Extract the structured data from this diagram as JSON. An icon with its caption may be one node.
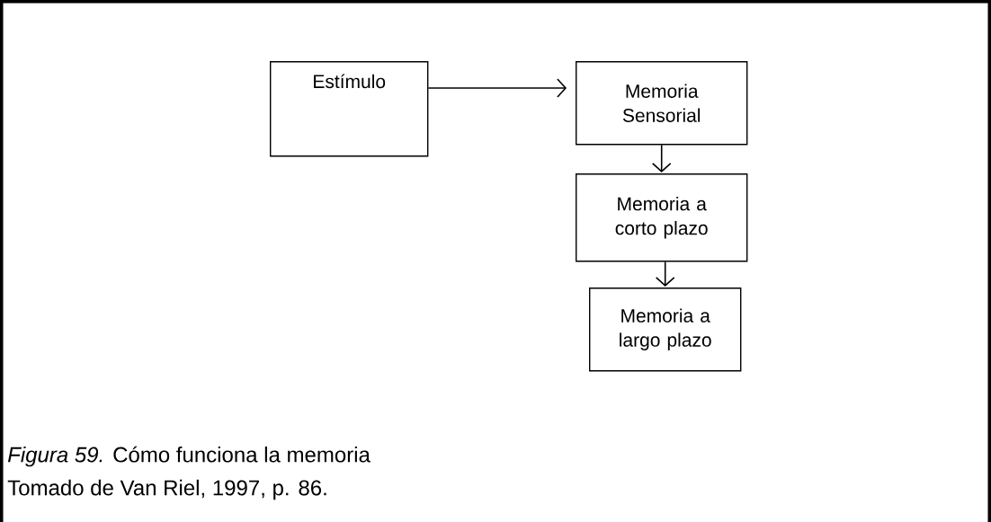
{
  "diagram": {
    "caption": "*Figura 59.* Cómo funciona la memoria",
    "nodes": [
      {
        "text": [
          "Estímulo"
        ]
      },
      {
        "text": [
          "Memoria Sensorial"
        ]
      },
      {
        "text": [
          "Memoria a corto plazo"
        ]
      },
      {
        "text": [
          "Memoria a largo plazo"
        ]
      }
    ],
    "edges": [
      {
        "from": 0,
        "to": 1,
        "arrow": "to"
      },
      {
        "from": 1,
        "to": 2,
        "arrow": "to"
      },
      {
        "from": 2,
        "to": 3,
        "arrow": "to"
      }
    ],
    "labels": [
      "Tomado de Van Riel, 1997, p. 86."
    ]
  }
}
